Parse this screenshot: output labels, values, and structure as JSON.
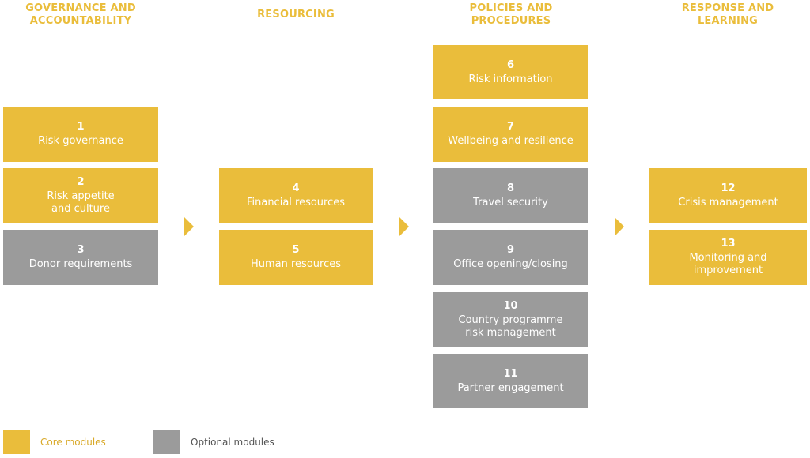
{
  "colors": {
    "core": "#EABD3B",
    "optional": "#9B9B9B",
    "header": "#EABD3B",
    "legend_text_core": "#D9A928",
    "legend_text_optional": "#555555"
  },
  "columns": [
    {
      "header": "GOVERNANCE AND\nACCOUNTABILITY",
      "modules": [
        {
          "number": "1",
          "label": "Risk governance",
          "type": "core"
        },
        {
          "number": "2",
          "label": "Risk appetite\nand culture",
          "type": "core"
        },
        {
          "number": "3",
          "label": "Donor requirements",
          "type": "optional"
        }
      ]
    },
    {
      "header": "RESOURCING",
      "modules": [
        {
          "number": "4",
          "label": "Financial resources",
          "type": "core"
        },
        {
          "number": "5",
          "label": "Human resources",
          "type": "core"
        }
      ]
    },
    {
      "header": "POLICIES AND\nPROCEDURES",
      "modules": [
        {
          "number": "6",
          "label": "Risk information",
          "type": "core"
        },
        {
          "number": "7",
          "label": "Wellbeing and resilience",
          "type": "core"
        },
        {
          "number": "8",
          "label": "Travel security",
          "type": "optional"
        },
        {
          "number": "9",
          "label": "Office opening/closing",
          "type": "optional"
        },
        {
          "number": "10",
          "label": "Country programme\nrisk management",
          "type": "optional"
        },
        {
          "number": "11",
          "label": "Partner engagement",
          "type": "optional"
        }
      ]
    },
    {
      "header": "RESPONSE AND\nLEARNING",
      "modules": [
        {
          "number": "12",
          "label": "Crisis management",
          "type": "core"
        },
        {
          "number": "13",
          "label": "Monitoring and\nimprovement",
          "type": "core"
        }
      ]
    }
  ],
  "legend": {
    "core_label": "Core modules",
    "optional_label": "Optional modules"
  }
}
